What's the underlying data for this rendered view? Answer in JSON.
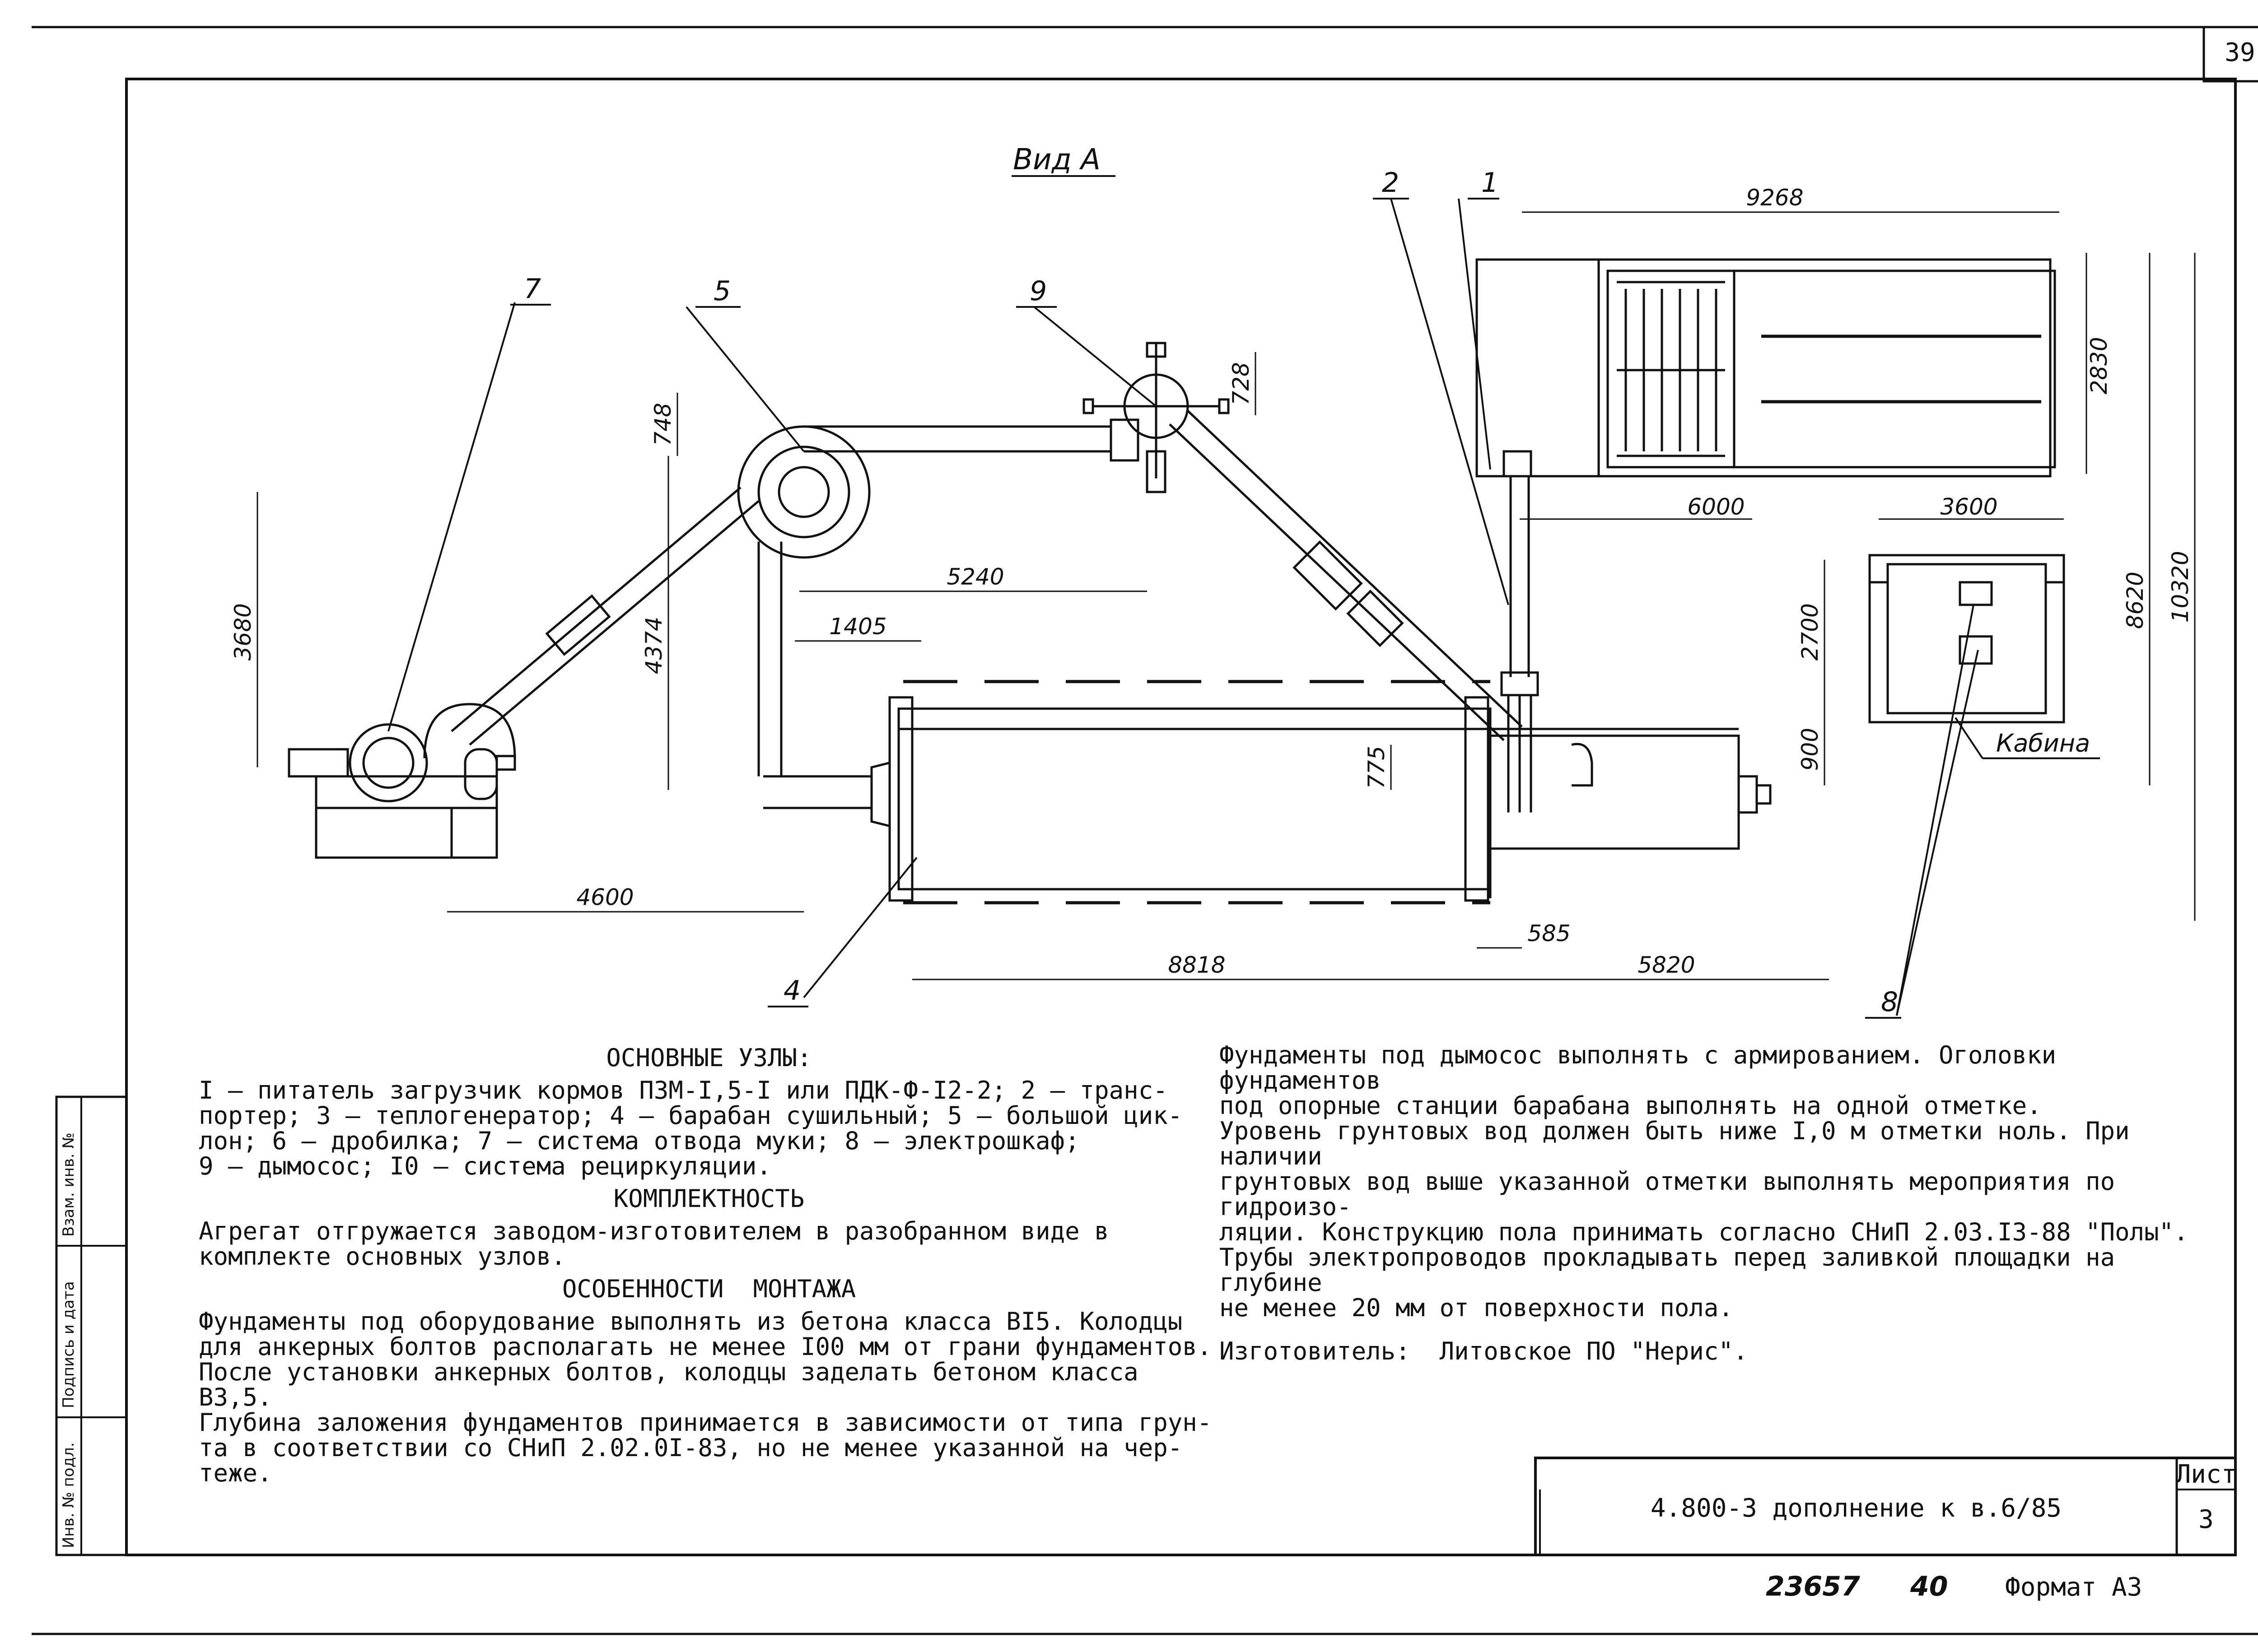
{
  "sheet": {
    "page_number": "39",
    "view_title": "Вид А",
    "format_label": "Формат А3",
    "handwritten_number_1": "23657",
    "handwritten_number_2": "40"
  },
  "title_block": {
    "code": "4.800-3 дополнение к в.6/85",
    "sheet_label": "Лист",
    "sheet_number": "3"
  },
  "side_stamp": {
    "field_1": "Инв. № подл.",
    "field_2": "Подпись и дата",
    "field_3": "Взам. инв. №"
  },
  "callouts": [
    "1",
    "2",
    "4",
    "5",
    "7",
    "8",
    "9"
  ],
  "cabin_label": "Кабина",
  "dimensions": {
    "d9268": "9268",
    "d2830": "2830",
    "d6000": "6000",
    "d3600": "3600",
    "d2700": "2700",
    "d900": "900",
    "d8620": "8620",
    "d10320": "10320",
    "d748": "748",
    "d728": "728",
    "d5240": "5240",
    "d3680": "3680",
    "d4374": "4374",
    "d1405": "1405",
    "d775": "775",
    "d4600": "4600",
    "d585": "585",
    "d8818": "8818",
    "d5820": "5820"
  },
  "notes_left": {
    "heading_main": "ОСНОВНЫЕ УЗЛЫ:",
    "main_line_1": "I – питатель загрузчик кормов ПЗМ-I,5-I или ПДК-Ф-I2-2; 2 – транс-",
    "main_line_2": "портер; 3 – теплогенератор; 4 – барабан сушильный; 5 – большой цик-",
    "main_line_3": "лон; 6 – дробилка; 7 – система отвода муки; 8 – электрошкаф;",
    "main_line_4": "9 – дымосос; I0 – система рециркуляции.",
    "heading_kit": "КОМПЛЕКТНОСТЬ",
    "kit_line_1": "Агрегат отгружается заводом-изготовителем в разобранном виде в",
    "kit_line_2": "комплекте основных узлов.",
    "heading_mount": "ОСОБЕННОСТИ  МОНТАЖА",
    "mount_line_1": "Фундаменты под оборудование выполнять из бетона класса BI5. Колодцы",
    "mount_line_2": "для анкерных болтов располагать не менее I00 мм от грани фундаментов.",
    "mount_line_3": "После установки анкерных болтов, колодцы заделать бетоном класса B3,5.",
    "mount_line_4": "Глубина заложения фундаментов принимается в зависимости от типа грун-",
    "mount_line_5": "та в соответствии со СНиП 2.02.0I-83, но не менее указанной на чер-",
    "mount_line_6": "теже."
  },
  "notes_right": {
    "line_1": "Фундаменты под дымосос выполнять с армированием. Оголовки фундаментов",
    "line_2": "под опорные станции барабана выполнять на одной отметке.",
    "line_3": "Уровень грунтовых вод должен быть ниже I,0 м отметки ноль. При наличии",
    "line_4": "грунтовых вод выше указанной отметки выполнять мероприятия по гидроизо-",
    "line_5": "ляции. Конструкцию пола принимать согласно СНиП 2.03.I3-88 \"Полы\".",
    "line_6": "Трубы электропроводов прокладывать перед заливкой площадки на глубине",
    "line_7": "не менее 20 мм от поверхности пола.",
    "manufacturer": "Изготовитель:  Литовское ПО \"Нерис\"."
  }
}
